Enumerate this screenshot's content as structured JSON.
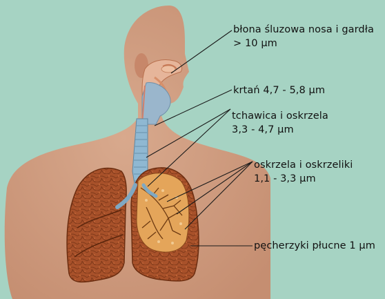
{
  "labels": {
    "nose_throat": {
      "line1": "błona śluzowa nosa i gardła",
      "line2": "> 10 μm"
    },
    "larynx": {
      "line1": "krtań 4,7 - 5,8 μm"
    },
    "trachea": {
      "line1": "tchawica i oskrzela",
      "line2": "3,3 - 4,7 μm"
    },
    "bronchioles": {
      "line1": "oskrzela i oskrzeliki",
      "line2": "1,1 - 3,3 μm"
    },
    "alveoli": {
      "line1": "pęcherzyki płucne 1 μm"
    }
  },
  "colors": {
    "background": "#a6d3c3",
    "body": "#d2a084",
    "lung": "#a14e22",
    "lung_inner": "#e1a458",
    "trachea": "#8fb8d2",
    "leader": "#1a1a1a"
  }
}
